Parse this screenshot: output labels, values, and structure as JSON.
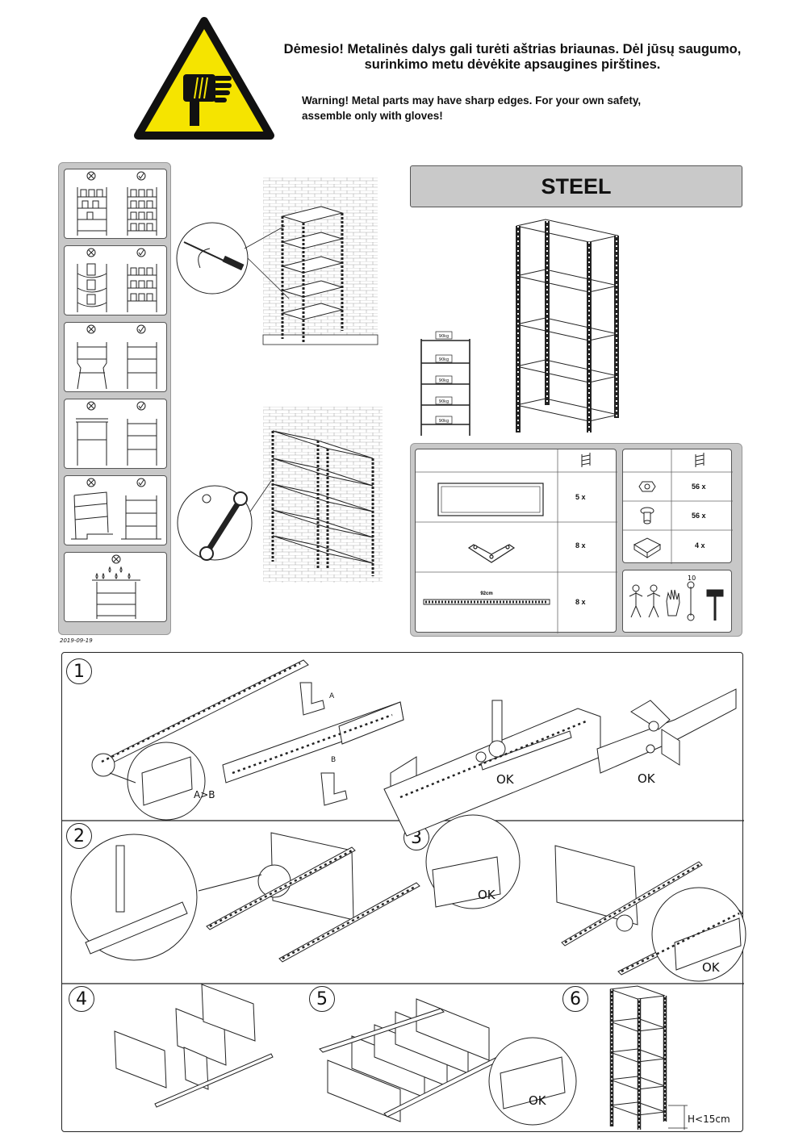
{
  "header": {
    "warning_lt_line1": "Dėmesio! Metalinės dalys gali turėti aštrias briaunas. Dėl jūsų saugumo,",
    "warning_lt_line2": "surinkimo metu dėvėkite apsaugines pirštines.",
    "warning_en_line1": "Warning! Metal parts may have sharp edges. For your own safety,",
    "warning_en_line2": "assemble only with gloves!",
    "sign_colors": {
      "fill": "#f5e400",
      "border": "#111111"
    }
  },
  "dos_panel": {
    "date": "2019-09-19",
    "wrong_icon": "x-circle-icon",
    "right_icon": "check-circle-icon"
  },
  "product": {
    "title": "STEEL",
    "load_labels": [
      "90kg",
      "90kg",
      "90kg",
      "90kg",
      "90kg"
    ]
  },
  "parts": {
    "left": [
      {
        "name": "shelf-panel-icon",
        "qty": "5 x"
      },
      {
        "name": "corner-bracket-icon",
        "qty": "8 x"
      },
      {
        "name": "upright-post-icon",
        "qty": "8 x",
        "length": "92cm"
      }
    ],
    "right": [
      {
        "name": "nut-icon",
        "qty": "56 x"
      },
      {
        "name": "bolt-icon",
        "qty": "56 x"
      },
      {
        "name": "foot-cap-icon",
        "qty": "4 x"
      }
    ],
    "tools_number": "10"
  },
  "steps": {
    "numbers": [
      "1",
      "2",
      "3",
      "4",
      "5",
      "6"
    ],
    "ok": "OK",
    "ab_label": "A>B",
    "a_label": "A",
    "b_label": "B",
    "height_label": "H<15cm"
  }
}
